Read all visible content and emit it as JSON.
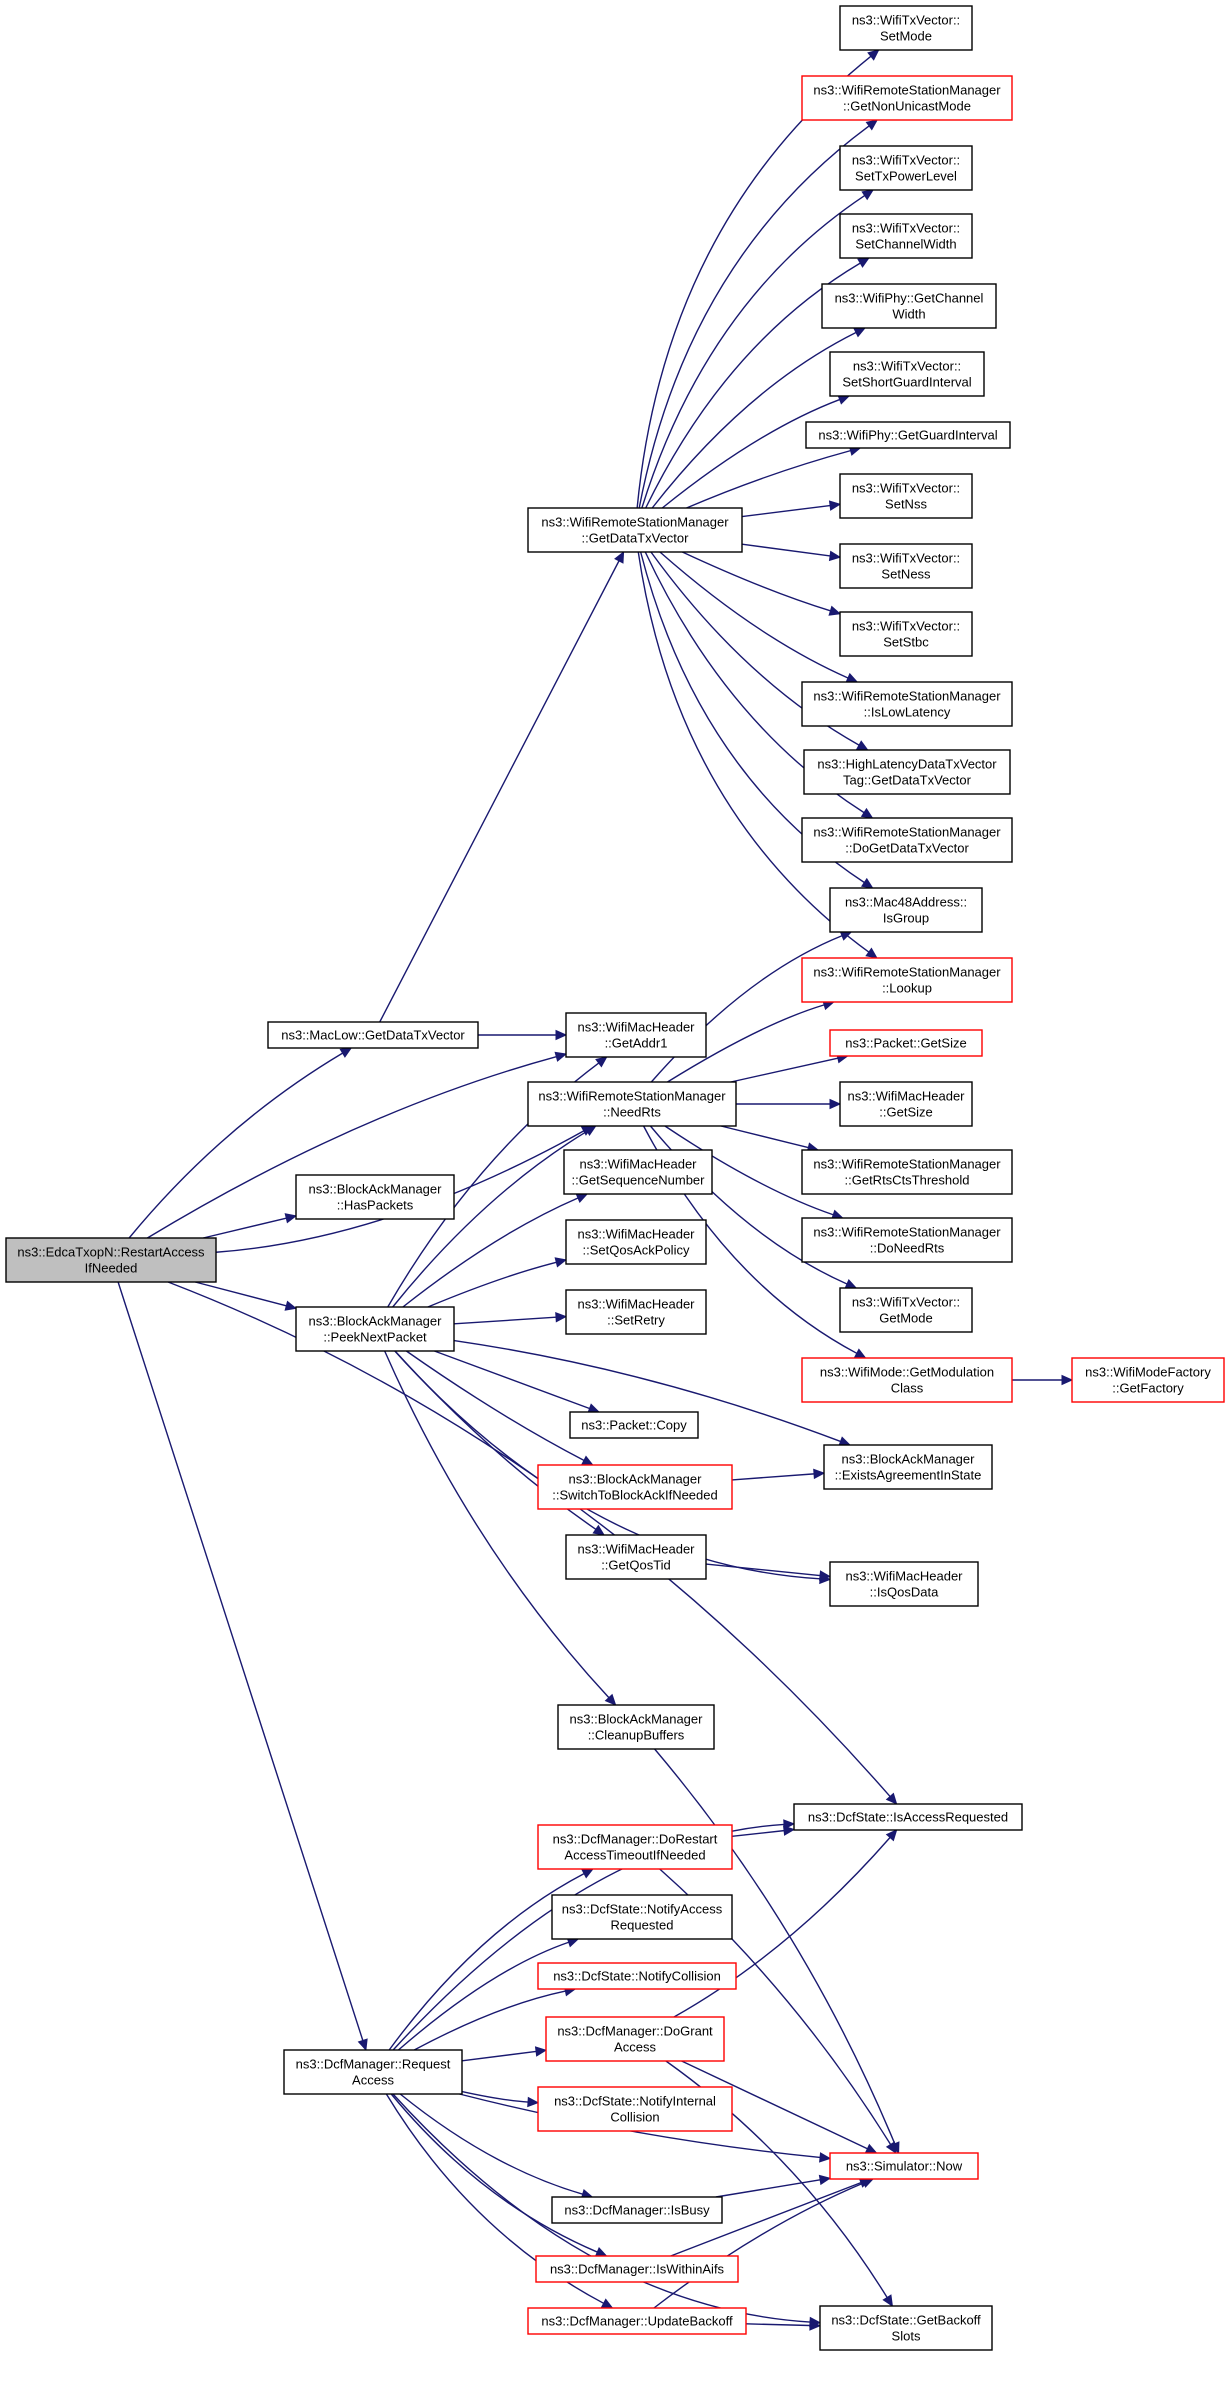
{
  "colors": {
    "edge": "#191970",
    "plain_border": "#000000",
    "red_border": "#ff0000",
    "root_fill": "#bfbfbf"
  },
  "nodes": [
    {
      "id": "root",
      "lines": [
        "ns3::EdcaTxopN::RestartAccess",
        "IfNeeded"
      ],
      "style": "root"
    },
    {
      "id": "maclow",
      "lines": [
        "ns3::MacLow::GetDataTxVector"
      ],
      "style": "plain"
    },
    {
      "id": "bam_has",
      "lines": [
        "ns3::BlockAckManager",
        "::HasPackets"
      ],
      "style": "plain"
    },
    {
      "id": "bam_peek",
      "lines": [
        "ns3::BlockAckManager",
        "::PeekNextPacket"
      ],
      "style": "plain"
    },
    {
      "id": "dcf_req",
      "lines": [
        "ns3::DcfManager::Request",
        "Access"
      ],
      "style": "plain"
    },
    {
      "id": "wrsm_get",
      "lines": [
        "ns3::WifiRemoteStationManager",
        "::GetDataTxVector"
      ],
      "style": "plain"
    },
    {
      "id": "txv_mode",
      "lines": [
        "ns3::WifiTxVector::",
        "SetMode"
      ],
      "style": "plain"
    },
    {
      "id": "wrsm_nonuni",
      "lines": [
        "ns3::WifiRemoteStationManager",
        "::GetNonUnicastMode"
      ],
      "style": "red"
    },
    {
      "id": "txv_power",
      "lines": [
        "ns3::WifiTxVector::",
        "SetTxPowerLevel"
      ],
      "style": "plain"
    },
    {
      "id": "txv_chw",
      "lines": [
        "ns3::WifiTxVector::",
        "SetChannelWidth"
      ],
      "style": "plain"
    },
    {
      "id": "phy_chw",
      "lines": [
        "ns3::WifiPhy::GetChannel",
        "Width"
      ],
      "style": "plain"
    },
    {
      "id": "txv_sgi",
      "lines": [
        "ns3::WifiTxVector::",
        "SetShortGuardInterval"
      ],
      "style": "plain"
    },
    {
      "id": "phy_gi",
      "lines": [
        "ns3::WifiPhy::GetGuardInterval"
      ],
      "style": "plain"
    },
    {
      "id": "txv_nss",
      "lines": [
        "ns3::WifiTxVector::",
        "SetNss"
      ],
      "style": "plain"
    },
    {
      "id": "txv_ness",
      "lines": [
        "ns3::WifiTxVector::",
        "SetNess"
      ],
      "style": "plain"
    },
    {
      "id": "txv_stbc",
      "lines": [
        "ns3::WifiTxVector::",
        "SetStbc"
      ],
      "style": "plain"
    },
    {
      "id": "wrsm_lowlat",
      "lines": [
        "ns3::WifiRemoteStationManager",
        "::IsLowLatency"
      ],
      "style": "plain"
    },
    {
      "id": "hl_tag",
      "lines": [
        "ns3::HighLatencyDataTxVector",
        "Tag::GetDataTxVector"
      ],
      "style": "plain"
    },
    {
      "id": "wrsm_doget",
      "lines": [
        "ns3::WifiRemoteStationManager",
        "::DoGetDataTxVector"
      ],
      "style": "plain"
    },
    {
      "id": "mac48",
      "lines": [
        "ns3::Mac48Address::",
        "IsGroup"
      ],
      "style": "plain"
    },
    {
      "id": "wrsm_lookup",
      "lines": [
        "ns3::WifiRemoteStationManager",
        "::Lookup"
      ],
      "style": "red"
    },
    {
      "id": "hdr_addr1",
      "lines": [
        "ns3::WifiMacHeader",
        "::GetAddr1"
      ],
      "style": "plain"
    },
    {
      "id": "wrsm_needrts",
      "lines": [
        "ns3::WifiRemoteStationManager",
        "::NeedRts"
      ],
      "style": "plain"
    },
    {
      "id": "pkt_size",
      "lines": [
        "ns3::Packet::GetSize"
      ],
      "style": "red"
    },
    {
      "id": "hdr_size",
      "lines": [
        "ns3::WifiMacHeader",
        "::GetSize"
      ],
      "style": "plain"
    },
    {
      "id": "wrsm_rtscts",
      "lines": [
        "ns3::WifiRemoteStationManager",
        "::GetRtsCtsThreshold"
      ],
      "style": "plain"
    },
    {
      "id": "wrsm_doneed",
      "lines": [
        "ns3::WifiRemoteStationManager",
        "::DoNeedRts"
      ],
      "style": "plain"
    },
    {
      "id": "txv_getmode",
      "lines": [
        "ns3::WifiTxVector::",
        "GetMode"
      ],
      "style": "plain"
    },
    {
      "id": "mode_modclass",
      "lines": [
        "ns3::WifiMode::GetModulation",
        "Class"
      ],
      "style": "red"
    },
    {
      "id": "modefactory",
      "lines": [
        "ns3::WifiModeFactory",
        "::GetFactory"
      ],
      "style": "red"
    },
    {
      "id": "hdr_seq",
      "lines": [
        "ns3::WifiMacHeader",
        "::GetSequenceNumber"
      ],
      "style": "plain"
    },
    {
      "id": "hdr_qosack",
      "lines": [
        "ns3::WifiMacHeader",
        "::SetQosAckPolicy"
      ],
      "style": "plain"
    },
    {
      "id": "hdr_retry",
      "lines": [
        "ns3::WifiMacHeader",
        "::SetRetry"
      ],
      "style": "plain"
    },
    {
      "id": "pkt_copy",
      "lines": [
        "ns3::Packet::Copy"
      ],
      "style": "plain"
    },
    {
      "id": "bam_switch",
      "lines": [
        "ns3::BlockAckManager",
        "::SwitchToBlockAckIfNeeded"
      ],
      "style": "red"
    },
    {
      "id": "bam_exists",
      "lines": [
        "ns3::BlockAckManager",
        "::ExistsAgreementInState"
      ],
      "style": "plain"
    },
    {
      "id": "hdr_qostid",
      "lines": [
        "ns3::WifiMacHeader",
        "::GetQosTid"
      ],
      "style": "plain"
    },
    {
      "id": "hdr_isqos",
      "lines": [
        "ns3::WifiMacHeader",
        "::IsQosData"
      ],
      "style": "plain"
    },
    {
      "id": "bam_cleanup",
      "lines": [
        "ns3::BlockAckManager",
        "::CleanupBuffers"
      ],
      "style": "plain"
    },
    {
      "id": "dcfs_isreq",
      "lines": [
        "ns3::DcfState::IsAccessRequested"
      ],
      "style": "plain"
    },
    {
      "id": "dcf_dorestart",
      "lines": [
        "ns3::DcfManager::DoRestart",
        "AccessTimeoutIfNeeded"
      ],
      "style": "red"
    },
    {
      "id": "dcfs_notreq",
      "lines": [
        "ns3::DcfState::NotifyAccess",
        "Requested"
      ],
      "style": "plain"
    },
    {
      "id": "dcfs_notcol",
      "lines": [
        "ns3::DcfState::NotifyCollision"
      ],
      "style": "red"
    },
    {
      "id": "dcf_grant",
      "lines": [
        "ns3::DcfManager::DoGrant",
        "Access"
      ],
      "style": "red"
    },
    {
      "id": "dcfs_notint",
      "lines": [
        "ns3::DcfState::NotifyInternal",
        "Collision"
      ],
      "style": "red"
    },
    {
      "id": "sim_now",
      "lines": [
        "ns3::Simulator::Now"
      ],
      "style": "red"
    },
    {
      "id": "dcf_busy",
      "lines": [
        "ns3::DcfManager::IsBusy"
      ],
      "style": "plain"
    },
    {
      "id": "dcf_aifs",
      "lines": [
        "ns3::DcfManager::IsWithinAifs"
      ],
      "style": "red"
    },
    {
      "id": "dcf_upd",
      "lines": [
        "ns3::DcfManager::UpdateBackoff"
      ],
      "style": "red"
    },
    {
      "id": "dcfs_backoff",
      "lines": [
        "ns3::DcfState::GetBackoff",
        "Slots"
      ],
      "style": "plain"
    }
  ]
}
